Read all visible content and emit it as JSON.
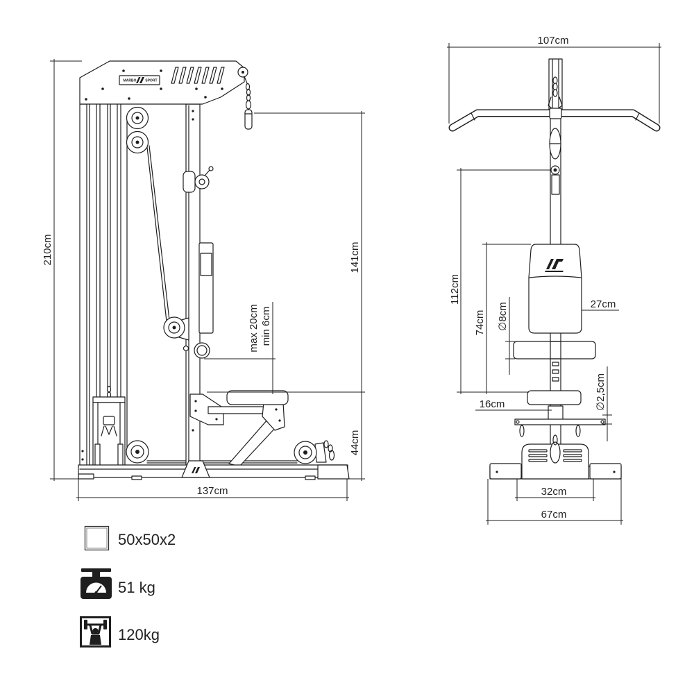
{
  "brand": {
    "left": "MARBO",
    "right": "SPORT"
  },
  "side_view": {
    "total_height": "210cm",
    "handle_height": "141cm",
    "seat_travel_max": "max 20cm",
    "seat_travel_min": "min 6cm",
    "seat_height": "44cm",
    "total_length": "137cm"
  },
  "front_view": {
    "bar_width": "107cm",
    "pin_height": "112cm",
    "backrest_height": "74cm",
    "roller_diameter": "∅8cm",
    "backrest_width": "27cm",
    "tube_diameter": "∅2,5cm",
    "seat_offset": "16cm",
    "base_inner_width": "32cm",
    "base_width": "67cm"
  },
  "specs": [
    {
      "icon": "square-profile-icon",
      "value": "50x50x2"
    },
    {
      "icon": "scale-icon",
      "value": "51 kg"
    },
    {
      "icon": "max-load-icon",
      "value": "120kg"
    }
  ],
  "colors": {
    "line": "#1e1e1e",
    "text": "#222222",
    "background": "#ffffff"
  }
}
